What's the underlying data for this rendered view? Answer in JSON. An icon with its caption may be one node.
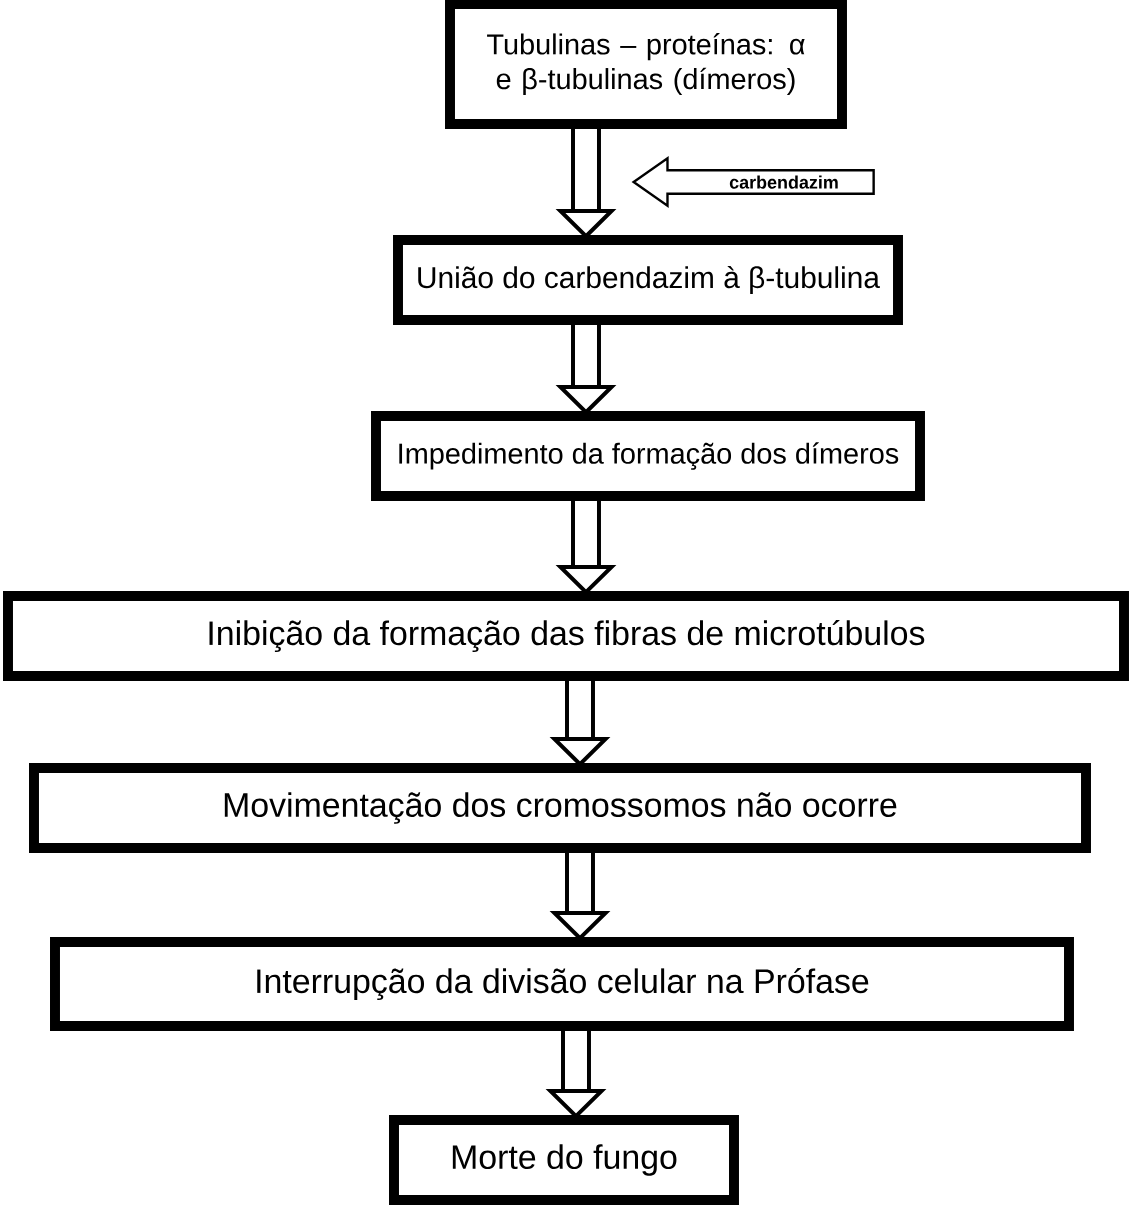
{
  "diagram": {
    "nodes": [
      {
        "text": [
          "Tubulinas – proteínas: α e β-tubulinas (dímeros)"
        ]
      },
      {
        "text": [
          "União do carbendazim à β-tubulina"
        ]
      },
      {
        "text": [
          "Impedimento da formação dos dímeros"
        ]
      },
      {
        "text": [
          "Inibição da formação das fibras de microtúbulos"
        ]
      },
      {
        "text": [
          "Movimentação dos cromossomos não ocorre"
        ]
      },
      {
        "text": [
          "Interrupção da divisão celular na Prófase"
        ]
      },
      {
        "text": [
          "Morte do fungo"
        ]
      },
      {
        "text": [
          "carbendazim"
        ]
      }
    ],
    "edges": [
      {
        "from": 0,
        "to": 1,
        "arrow": "to"
      },
      {
        "from": 1,
        "to": 2,
        "arrow": "to"
      },
      {
        "from": 2,
        "to": 3,
        "arrow": "to"
      },
      {
        "from": 3,
        "to": 4,
        "arrow": "to"
      },
      {
        "from": 4,
        "to": 5,
        "arrow": "to"
      },
      {
        "from": 5,
        "to": 6,
        "arrow": "to"
      }
    ]
  }
}
